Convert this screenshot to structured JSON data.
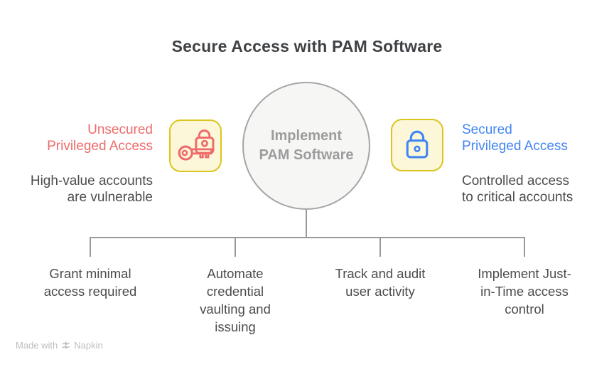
{
  "title": "Secure Access with PAM Software",
  "center": {
    "label_lines": [
      "Implement",
      "PAM Software"
    ]
  },
  "left": {
    "heading_lines": [
      "Unsecured",
      "Privileged Access"
    ],
    "body_lines": [
      "High-value accounts",
      "are vulnerable"
    ],
    "icon": "key-lock-icon",
    "heading_color": "#ee6b6b"
  },
  "right": {
    "heading_lines": [
      "Secured",
      "Privileged Access"
    ],
    "body_lines": [
      "Controlled access",
      "to critical accounts"
    ],
    "icon": "lock-icon",
    "heading_color": "#4285f4"
  },
  "branches": [
    {
      "lines": [
        "Grant minimal",
        "access required"
      ]
    },
    {
      "lines": [
        "Automate",
        "credential",
        "vaulting and",
        "issuing"
      ]
    },
    {
      "lines": [
        "Track and audit",
        "user activity"
      ]
    },
    {
      "lines": [
        "Implement Just-",
        "in-Time access",
        "control"
      ]
    }
  ],
  "footer": {
    "made_with": "Made with",
    "brand": "Napkin",
    "icon": "napkin-logo-icon"
  },
  "colors": {
    "red_accent": "#ee6b6b",
    "blue_accent": "#4285f4",
    "yellow_border": "#dcc51e",
    "yellow_fill": "#fbf7d8",
    "circle_fill": "#f6f6f5",
    "circle_border": "#a5a5a5",
    "connector_line": "#999999",
    "title_text": "#3f4245",
    "body_text": "#4c4c4c",
    "circle_text": "#9c9c9c",
    "watermark_text": "#bdbdbd"
  }
}
